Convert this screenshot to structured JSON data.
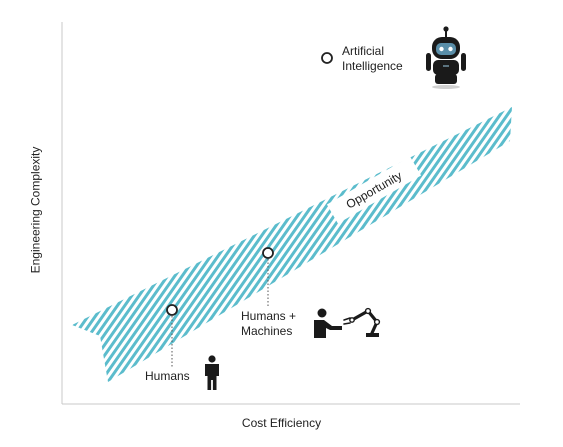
{
  "diagram": {
    "x_axis_label": "Cost Efficiency",
    "y_axis_label": "Engineering Complexity",
    "band_label": "Opportunity",
    "nodes": [
      {
        "id": "humans",
        "label_lines": [
          "Humans"
        ],
        "icon": "person-icon"
      },
      {
        "id": "humans-machines",
        "label_lines": [
          "Humans +",
          "Machines"
        ],
        "icon": "robot-arm-icon"
      },
      {
        "id": "ai",
        "label_lines": [
          "Artificial",
          "Intelligence"
        ],
        "icon": "robot-icon"
      }
    ],
    "colors": {
      "band_stripe": "#5bbccc",
      "axis": "#c8c8c8",
      "text": "#222222",
      "icon": "#1a1a1a"
    }
  }
}
